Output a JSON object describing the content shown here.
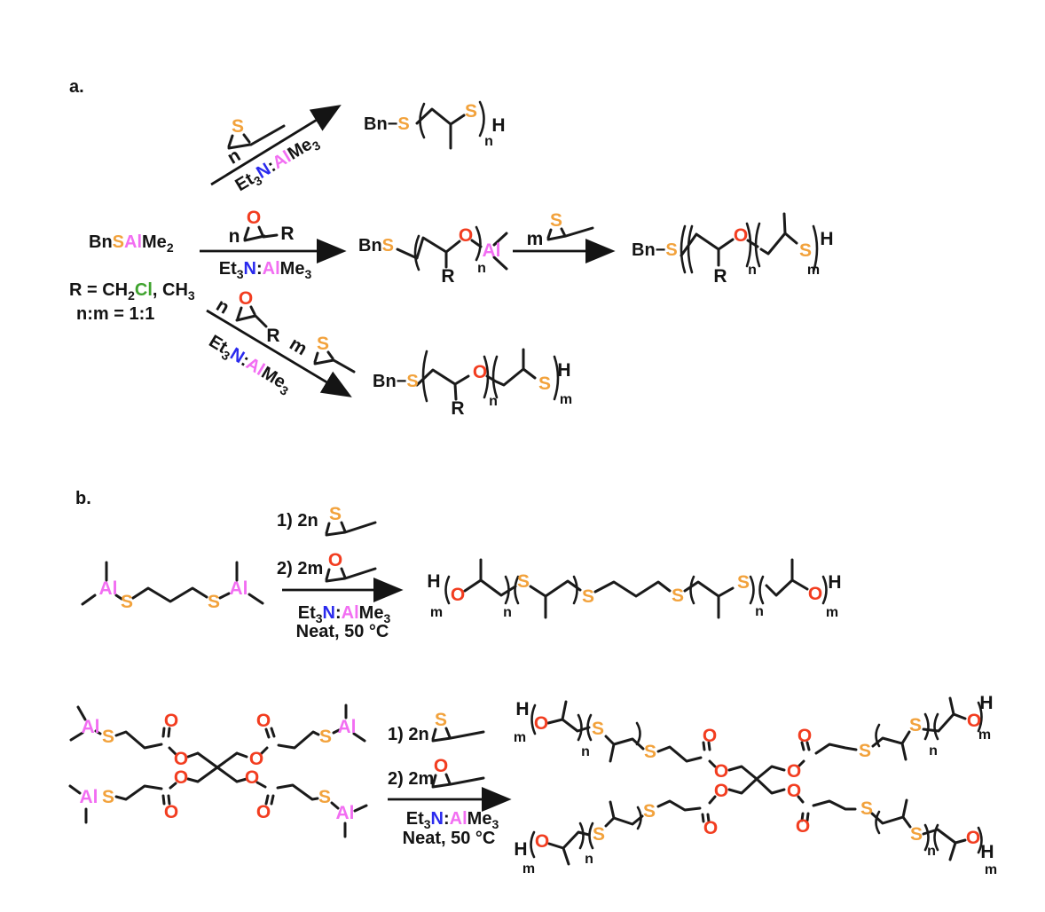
{
  "palette": {
    "sulfur": "#F2A23C",
    "aluminum": "#F26EF2",
    "oxygen": "#F23D20",
    "nitrogen": "#2A2AEE",
    "chlorine": "#3FA32E",
    "bond": "#1A1A1A"
  },
  "atoms": {
    "S": "S",
    "O": "O",
    "Al": "Al",
    "H": "H",
    "R": "R",
    "n": "n",
    "m": "m"
  },
  "labels": {
    "section_a": "a.",
    "section_b": "b.",
    "bnsalme2": [
      {
        "t": "Bn"
      },
      {
        "t": "S",
        "c": "s"
      },
      {
        "t": "Al",
        "c": "al"
      },
      {
        "t": "Me"
      },
      {
        "t": "2",
        "sub": true
      }
    ],
    "r_def": [
      {
        "t": "R = CH"
      },
      {
        "t": "2",
        "sub": true
      },
      {
        "t": "Cl",
        "c": "cl"
      },
      {
        "t": ", CH"
      },
      {
        "t": "3",
        "sub": true
      }
    ],
    "ratio": "n:m = 1:1",
    "catalyst": [
      {
        "t": "Et"
      },
      {
        "t": "3",
        "sub": true
      },
      {
        "t": "N",
        "c": "blue"
      },
      {
        "t": ":"
      },
      {
        "t": "Al",
        "c": "al"
      },
      {
        "t": "Me"
      },
      {
        "t": "3",
        "sub": true
      }
    ],
    "bn_dash_s": [
      {
        "t": "Bn−"
      },
      {
        "t": "S",
        "c": "s"
      }
    ],
    "bns": [
      {
        "t": "Bn"
      },
      {
        "t": "S",
        "c": "s"
      }
    ],
    "step_1": "1) 2n",
    "step_2": "2) 2m",
    "neat": "Neat, 50 °C"
  }
}
